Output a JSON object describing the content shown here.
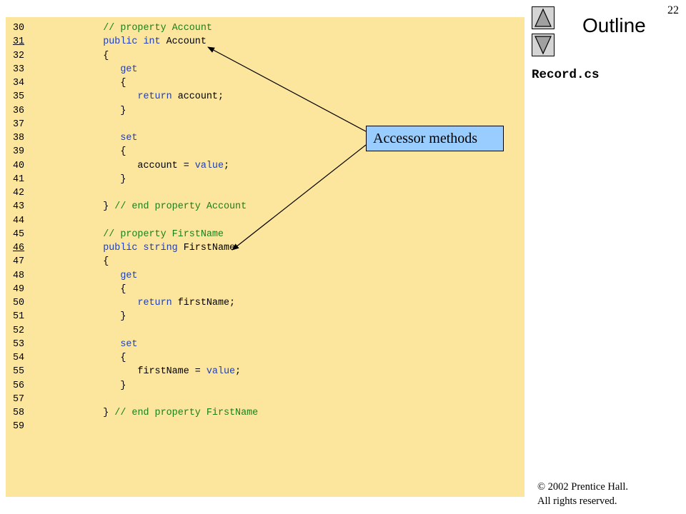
{
  "slide": {
    "page_number": "22",
    "outline_title": "Outline",
    "file_name": "Record.cs",
    "callout": "Accessor methods",
    "copyright_line1": "© 2002 Prentice Hall.",
    "copyright_line2": "All rights reserved."
  },
  "nav": {
    "up_icon": "triangle-up-icon",
    "down_icon": "triangle-down-icon"
  },
  "colors": {
    "code_background": "#fce59c",
    "keyword": "#1f3fb4",
    "comment": "#1b7f1b",
    "callout_background": "#99ccff",
    "nav_button": "#d4d4d4"
  },
  "code": {
    "marked_lines": [
      "31",
      "46"
    ],
    "lines": [
      {
        "n": "30",
        "segs": [
          [
            "",
            "      "
          ],
          [
            "cm",
            "// property Account"
          ]
        ]
      },
      {
        "n": "31",
        "segs": [
          [
            "",
            "      "
          ],
          [
            "kw",
            "public"
          ],
          [
            "",
            " "
          ],
          [
            "kw",
            "int"
          ],
          [
            "",
            " Account"
          ]
        ]
      },
      {
        "n": "32",
        "segs": [
          [
            "",
            "      {"
          ]
        ]
      },
      {
        "n": "33",
        "segs": [
          [
            "",
            "         "
          ],
          [
            "kw",
            "get"
          ]
        ]
      },
      {
        "n": "34",
        "segs": [
          [
            "",
            "         {"
          ]
        ]
      },
      {
        "n": "35",
        "segs": [
          [
            "",
            "            "
          ],
          [
            "kw",
            "return"
          ],
          [
            "",
            " account;"
          ]
        ]
      },
      {
        "n": "36",
        "segs": [
          [
            "",
            "         }"
          ]
        ]
      },
      {
        "n": "37",
        "segs": []
      },
      {
        "n": "38",
        "segs": [
          [
            "",
            "         "
          ],
          [
            "kw",
            "set"
          ]
        ]
      },
      {
        "n": "39",
        "segs": [
          [
            "",
            "         {"
          ]
        ]
      },
      {
        "n": "40",
        "segs": [
          [
            "",
            "            account = "
          ],
          [
            "kw",
            "value"
          ],
          [
            "",
            ";"
          ]
        ]
      },
      {
        "n": "41",
        "segs": [
          [
            "",
            "         }"
          ]
        ]
      },
      {
        "n": "42",
        "segs": []
      },
      {
        "n": "43",
        "segs": [
          [
            "",
            "      } "
          ],
          [
            "cm",
            "// end property Account"
          ]
        ]
      },
      {
        "n": "44",
        "segs": []
      },
      {
        "n": "45",
        "segs": [
          [
            "",
            "      "
          ],
          [
            "cm",
            "// property FirstName"
          ]
        ]
      },
      {
        "n": "46",
        "segs": [
          [
            "",
            "      "
          ],
          [
            "kw",
            "public"
          ],
          [
            "",
            " "
          ],
          [
            "kw",
            "string"
          ],
          [
            "",
            " FirstName"
          ]
        ]
      },
      {
        "n": "47",
        "segs": [
          [
            "",
            "      {"
          ]
        ]
      },
      {
        "n": "48",
        "segs": [
          [
            "",
            "         "
          ],
          [
            "kw",
            "get"
          ]
        ]
      },
      {
        "n": "49",
        "segs": [
          [
            "",
            "         {"
          ]
        ]
      },
      {
        "n": "50",
        "segs": [
          [
            "",
            "            "
          ],
          [
            "kw",
            "return"
          ],
          [
            "",
            " firstName;"
          ]
        ]
      },
      {
        "n": "51",
        "segs": [
          [
            "",
            "         }"
          ]
        ]
      },
      {
        "n": "52",
        "segs": []
      },
      {
        "n": "53",
        "segs": [
          [
            "",
            "         "
          ],
          [
            "kw",
            "set"
          ]
        ]
      },
      {
        "n": "54",
        "segs": [
          [
            "",
            "         {"
          ]
        ]
      },
      {
        "n": "55",
        "segs": [
          [
            "",
            "            firstName = "
          ],
          [
            "kw",
            "value"
          ],
          [
            "",
            ";"
          ]
        ]
      },
      {
        "n": "56",
        "segs": [
          [
            "",
            "         }"
          ]
        ]
      },
      {
        "n": "57",
        "segs": []
      },
      {
        "n": "58",
        "segs": [
          [
            "",
            "      } "
          ],
          [
            "cm",
            "// end property FirstName"
          ]
        ]
      },
      {
        "n": "59",
        "segs": []
      }
    ]
  }
}
